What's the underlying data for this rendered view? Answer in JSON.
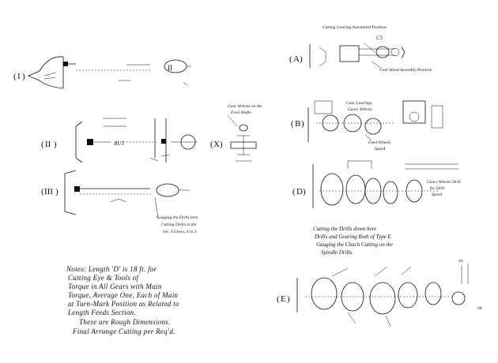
{
  "figures": {
    "I": {
      "label": "I",
      "end_label": "II"
    },
    "II": {
      "label": "II",
      "part": "BUT"
    },
    "III": {
      "label": "III",
      "note": [
        "Gauging the Drills here",
        "Cutting Drills in the",
        "Set, 3 Gears, 4 in 3."
      ]
    },
    "X": {
      "label": "X",
      "note": [
        "Gear Wheels on the",
        "Feed Shafts"
      ]
    },
    "A": {
      "label": "A",
      "top_note": "Cutting Gearing Assembled Position",
      "bottom_note": "Gear Head Assembly Position",
      "tag": "C5"
    },
    "B": {
      "label": "B",
      "top_note": [
        "Cam Gearings",
        "Gears Wheels"
      ],
      "side_note": [
        "Feed Wheels",
        "Speed"
      ]
    },
    "D": {
      "label": "D",
      "side_note": [
        "Gears Wheels Drill",
        "for Drill",
        "Speed"
      ]
    },
    "E": {
      "label": "E",
      "numbers": [
        "44",
        "48"
      ]
    }
  },
  "center_note": [
    "Cutting the Drills down here",
    "Drills and Gearing Both of Type E",
    "Gauging the Clutch Cutting on the",
    "Spindle Drills."
  ],
  "bottom_note": [
    "Notes: Length 'D' is 18 ft. for",
    "Cutting Eye & Tools of",
    "Torque in All Gears with Main",
    "Torque, Average One, Each of Main",
    "at Turn-Mark Position as Related to",
    "Length Feeds Section.",
    "These are Rough Dimensions.",
    "Final Arrange Cutting per Req'd."
  ]
}
